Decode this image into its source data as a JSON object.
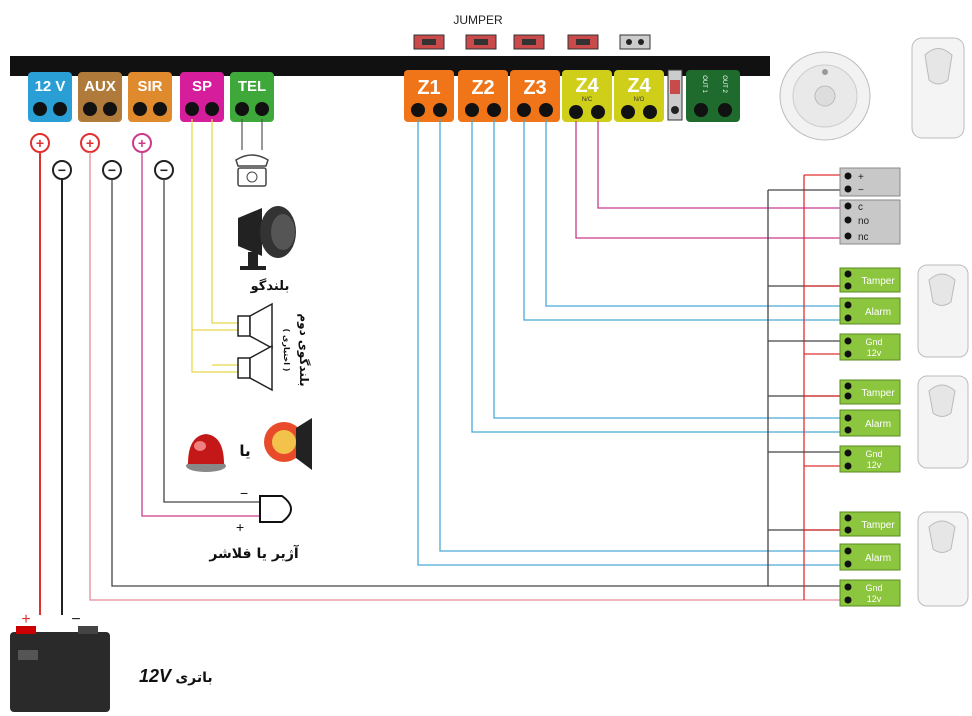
{
  "title": "JUMPER",
  "terminals": [
    {
      "label": "12 V",
      "color": "#2a9fd6"
    },
    {
      "label": "AUX",
      "color": "#b07a3a"
    },
    {
      "label": "SIR",
      "color": "#e08a2e"
    },
    {
      "label": "SP",
      "color": "#d61e9c"
    },
    {
      "label": "TEL",
      "color": "#3fa83a"
    }
  ],
  "zones": [
    {
      "label": "Z1",
      "color": "#f07418"
    },
    {
      "label": "Z2",
      "color": "#f07418"
    },
    {
      "label": "Z3",
      "color": "#f07418"
    },
    {
      "label": "Z4",
      "sub": "N/C",
      "color": "#cfcf1a"
    },
    {
      "label": "Z4",
      "sub": "N/O",
      "color": "#cfcf1a"
    }
  ],
  "outputs": [
    "OUT 1",
    "OUT 2"
  ],
  "smoke_block": [
    "+",
    "−",
    "c",
    "no",
    "nc"
  ],
  "detectors": [
    {
      "tamper": "Tamper",
      "alarm": "Alarm",
      "gnd": "Gnd",
      "v12": "12v"
    },
    {
      "tamper": "Tamper",
      "alarm": "Alarm",
      "gnd": "Gnd",
      "v12": "12v"
    },
    {
      "tamper": "Tamper",
      "alarm": "Alarm",
      "gnd": "Gnd",
      "v12": "12v"
    }
  ],
  "labels": {
    "speaker": "بلندگو",
    "second_speaker": "بلندگوی دوم",
    "second_speaker_note": "( اختیاری )",
    "or": "یا",
    "buzzer": "آژیر یا فلاشر",
    "battery": "باتری",
    "battery_voltage": "12V",
    "plus": "+",
    "minus": "−"
  },
  "colors": {
    "red_wire": "#e03030",
    "black_wire": "#222222",
    "pink_wire": "#cc3a8a",
    "blue_wire": "#4aa9d8",
    "yellow_wire": "#e8d84a",
    "green_block": "#8cc63e",
    "board": "#111111"
  }
}
